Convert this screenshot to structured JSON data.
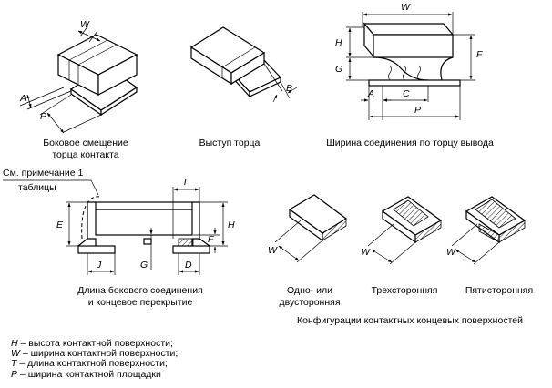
{
  "figures": {
    "side_offset": {
      "caption_line1": "Боковое смещение",
      "caption_line2": "торца контакта",
      "label_w": "W",
      "label_a": "A",
      "label_p": "P"
    },
    "end_protrusion": {
      "caption": "Выступ торца",
      "label_b": "B"
    },
    "end_joint_width": {
      "caption": "Ширина соединения по торцу вывода",
      "label_w": "W",
      "label_h": "H",
      "label_g": "G",
      "label_f": "F",
      "label_a": "A",
      "label_c": "C",
      "label_p": "P"
    },
    "side_joint_length": {
      "note_line1": "См. примечание 1",
      "note_line2": "таблицы",
      "caption_line1": "Длина бокового соединения",
      "caption_line2": "и концевое перекрытие",
      "label_t": "T",
      "label_e": "E",
      "label_h": "H",
      "label_f": "F",
      "label_g": "G",
      "label_j": "J",
      "label_d": "D"
    },
    "configurations": {
      "caption": "Конфигурации контактных концевых поверхностей",
      "items": [
        {
          "label_line1": "Одно- или",
          "label_line2": "двусторонняя",
          "label_w": "W"
        },
        {
          "label_line1": "Трехсторонняя",
          "label_line2": "",
          "label_w": "W"
        },
        {
          "label_line1": "Пятисторонняя",
          "label_line2": "",
          "label_w": "W"
        }
      ]
    }
  },
  "legend": [
    {
      "symbol": "H",
      "text": " – высота контактной поверхности;"
    },
    {
      "symbol": "W",
      "text": " – ширина контактной поверхности;"
    },
    {
      "symbol": "T",
      "text": " – длина контактной поверхности;"
    },
    {
      "symbol": "P",
      "text": " – ширина контактной площадки"
    }
  ]
}
